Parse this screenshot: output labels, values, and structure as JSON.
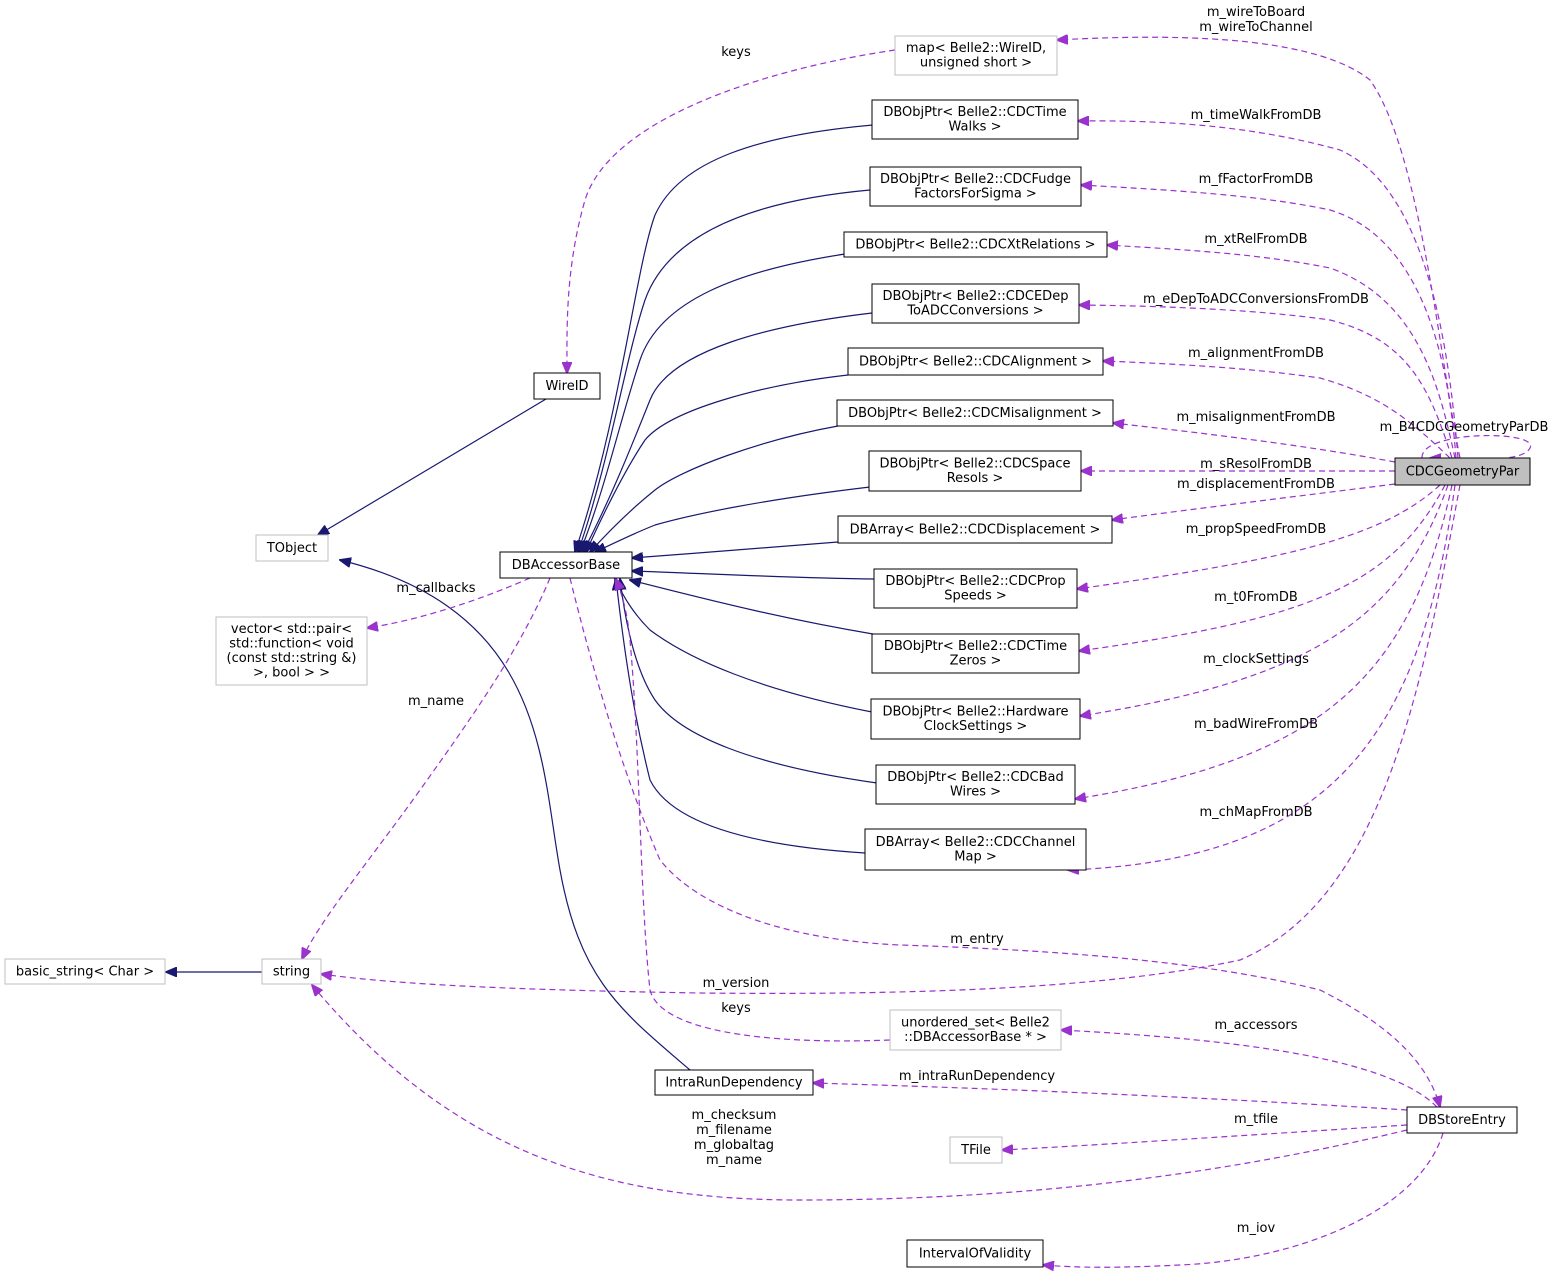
{
  "colors": {
    "inherit_edge": "#191970",
    "member_edge": "#9a32cd",
    "node_border_black": "#000000",
    "node_border_gray": "#bfbfbf",
    "highlight_fill": "#bfbfbf"
  },
  "nodes": {
    "cdcgeometrypar": [
      "CDCGeometryPar"
    ],
    "map_wireid": [
      "map< Belle2::WireID,",
      "unsigned short >"
    ],
    "timewalks": [
      "DBObjPtr< Belle2::CDCTime",
      "Walks >"
    ],
    "fudge": [
      "DBObjPtr< Belle2::CDCFudge",
      "FactorsForSigma >"
    ],
    "xtrel": [
      "DBObjPtr< Belle2::CDCXtRelations >"
    ],
    "edep": [
      "DBObjPtr< Belle2::CDCEDep",
      "ToADCConversions >"
    ],
    "alignment": [
      "DBObjPtr< Belle2::CDCAlignment >"
    ],
    "misalignment": [
      "DBObjPtr< Belle2::CDCMisalignment >"
    ],
    "spaceresols": [
      "DBObjPtr< Belle2::CDCSpace",
      "Resols >"
    ],
    "displacement": [
      "DBArray< Belle2::CDCDisplacement >"
    ],
    "propspeeds": [
      "DBObjPtr< Belle2::CDCProp",
      "Speeds >"
    ],
    "timezeros": [
      "DBObjPtr< Belle2::CDCTime",
      "Zeros >"
    ],
    "clock": [
      "DBObjPtr< Belle2::Hardware",
      "ClockSettings >"
    ],
    "badwires": [
      "DBObjPtr< Belle2::CDCBad",
      "Wires >"
    ],
    "chmap": [
      "DBArray< Belle2::CDCChannel",
      "Map >"
    ],
    "wireid": [
      "WireID"
    ],
    "tobject": [
      "TObject"
    ],
    "dbaccessorbase": [
      "DBAccessorBase"
    ],
    "vector": [
      "vector< std::pair<",
      "std::function< void",
      "(const std::string &)",
      ">, bool > >"
    ],
    "basic_string": [
      "basic_string< Char >"
    ],
    "string": [
      "string"
    ],
    "unordered_set": [
      "unordered_set< Belle2",
      "::DBAccessorBase * >"
    ],
    "intrarun": [
      "IntraRunDependency"
    ],
    "tfile": [
      "TFile"
    ],
    "dbstoreentry": [
      "DBStoreEntry"
    ],
    "iov": [
      "IntervalOfValidity"
    ]
  },
  "edge_labels": {
    "wire_to_board": [
      "m_wireToBoard",
      "m_wireToChannel"
    ],
    "keys_top": [
      "keys"
    ],
    "time_walk": [
      "m_timeWalkFromDB"
    ],
    "f_factor": [
      "m_fFactorFromDB"
    ],
    "xt_rel": [
      "m_xtRelFromDB"
    ],
    "edep": [
      "m_eDepToADCConversionsFromDB"
    ],
    "alignment": [
      "m_alignmentFromDB"
    ],
    "misalignment": [
      "m_misalignmentFromDB"
    ],
    "b4": [
      "m_B4CDCGeometryParDB"
    ],
    "s_resol": [
      "m_sResolFromDB"
    ],
    "displacement": [
      "m_displacementFromDB"
    ],
    "prop_speed": [
      "m_propSpeedFromDB"
    ],
    "t0": [
      "m_t0FromDB"
    ],
    "clock": [
      "m_clockSettings"
    ],
    "bad_wire": [
      "m_badWireFromDB"
    ],
    "ch_map": [
      "m_chMapFromDB"
    ],
    "callbacks": [
      "m_callbacks"
    ],
    "name": [
      "m_name"
    ],
    "entry": [
      "m_entry"
    ],
    "version": [
      "m_version"
    ],
    "keys_bottom": [
      "keys"
    ],
    "accessors": [
      "m_accessors"
    ],
    "intra_run": [
      "m_intraRunDependency"
    ],
    "tfile": [
      "m_tfile"
    ],
    "string_members": [
      "m_checksum",
      "m_filename",
      "m_globaltag",
      "m_name"
    ],
    "iov": [
      "m_iov"
    ]
  }
}
